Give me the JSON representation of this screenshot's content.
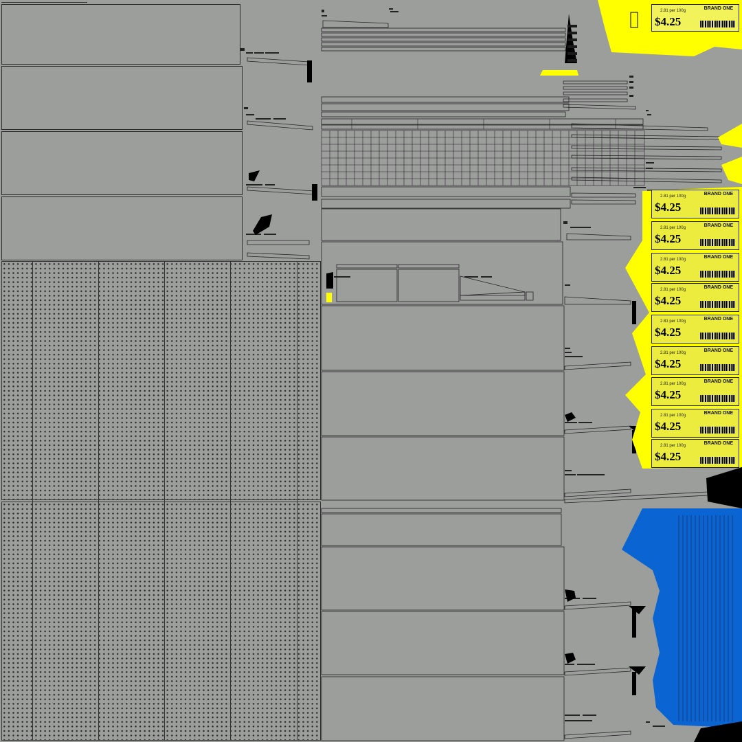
{
  "texture_atlas": {
    "colors": {
      "background": "#9c9e9c",
      "yellow": "#ffff00",
      "blue": "#0a64d2",
      "outline": "#2a2a2a",
      "black": "#000000"
    },
    "price_label": {
      "per_unit": "2.81 per 100g",
      "brand": "BRAND ONE",
      "price": "$4.25"
    },
    "price_label_count": 10
  }
}
